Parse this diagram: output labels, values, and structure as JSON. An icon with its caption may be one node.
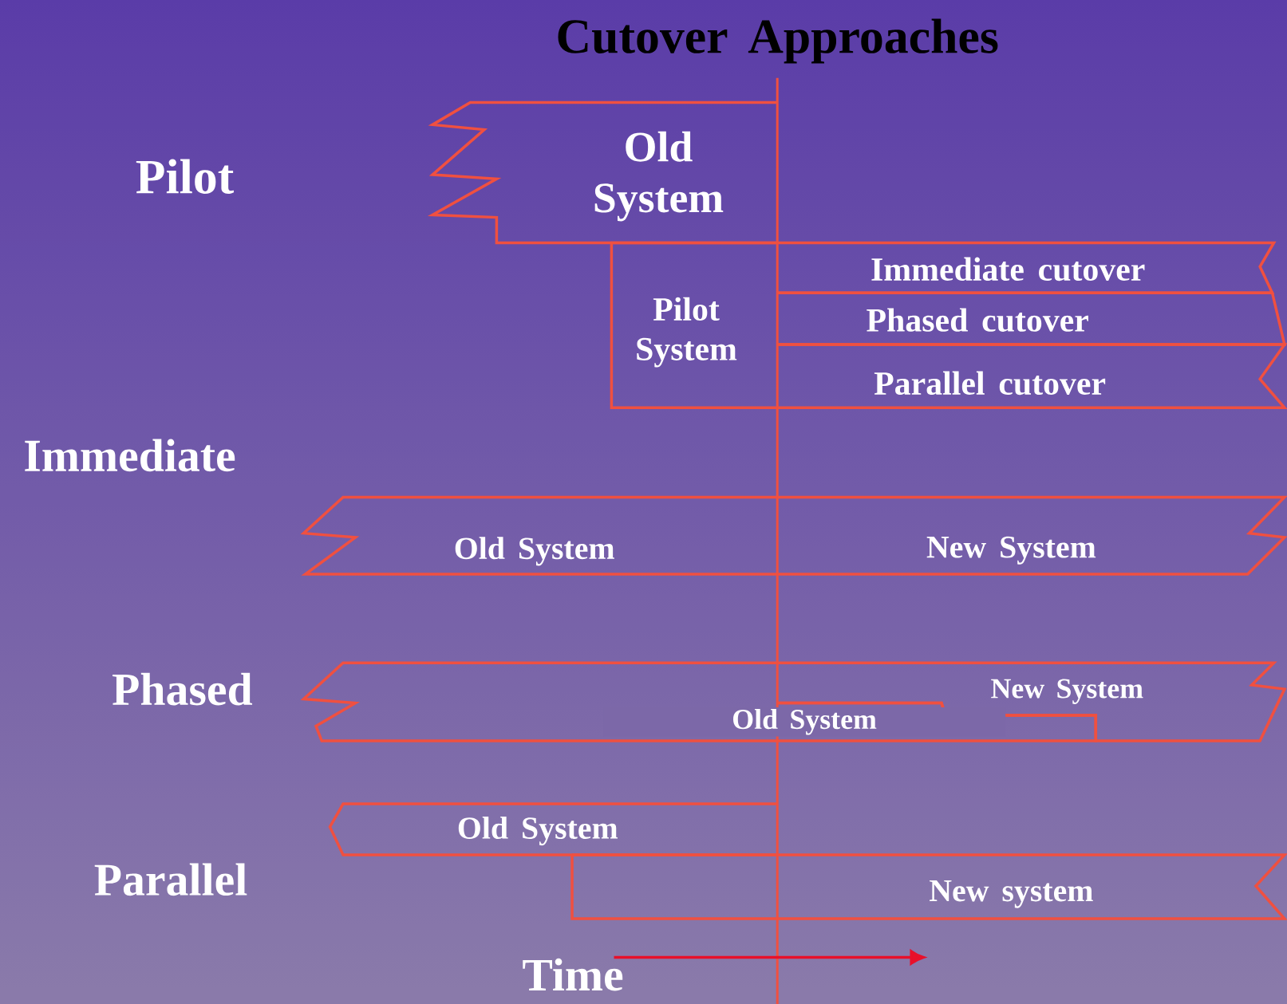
{
  "diagram": {
    "title": "Cutover Approaches",
    "nodes": [
      {
        "text": [
          "Old System"
        ]
      },
      {
        "text": [
          "Pilot System"
        ]
      },
      {
        "text": [
          "Immediate cutover"
        ]
      },
      {
        "text": [
          "Phased cutover"
        ]
      },
      {
        "text": [
          "Parallel cutover"
        ]
      },
      {
        "text": [
          "Old System"
        ]
      },
      {
        "text": [
          "New System"
        ]
      },
      {
        "text": [
          "Old System"
        ]
      },
      {
        "text": [
          "New System"
        ]
      },
      {
        "text": [
          "Old System"
        ]
      },
      {
        "text": [
          "New system"
        ]
      }
    ],
    "edges": [],
    "labels": [
      "Pilot",
      "Immediate",
      "Phased",
      "Parallel",
      "Time"
    ]
  }
}
